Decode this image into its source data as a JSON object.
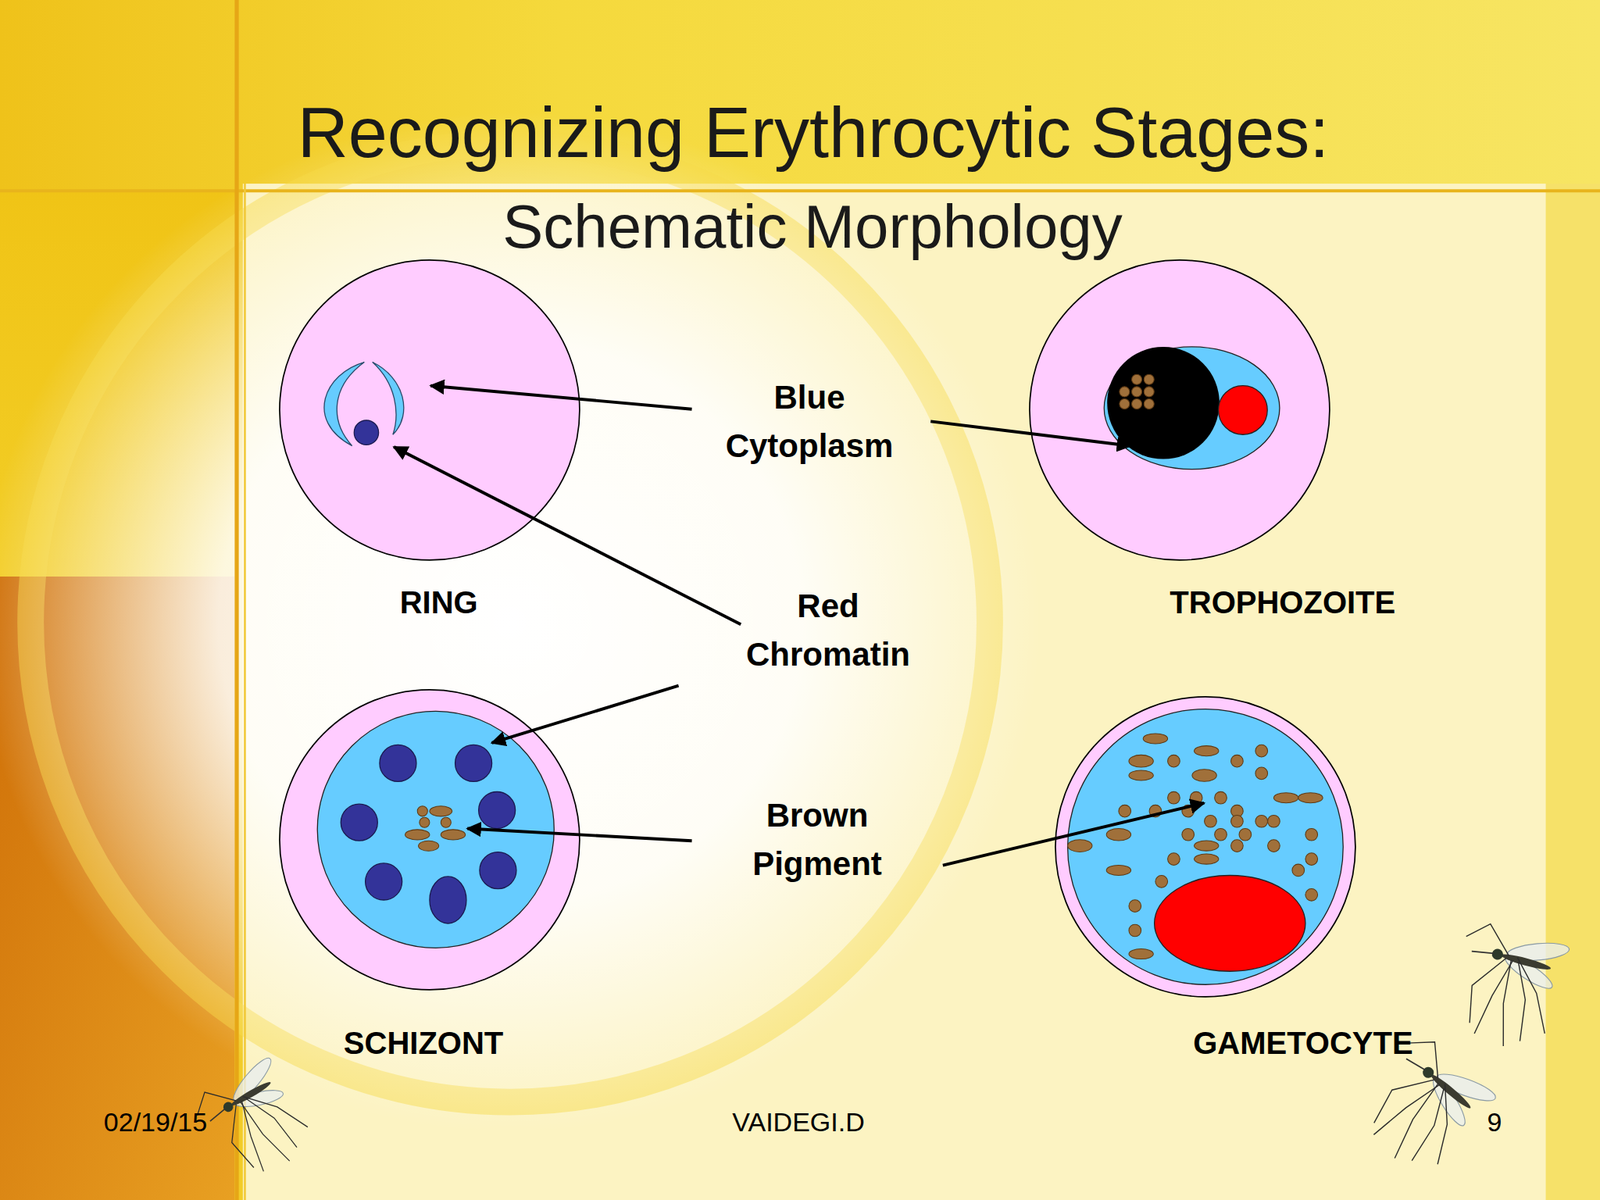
{
  "diagram": {
    "title": "Recognizing Erythrocytic Stages:",
    "nodes": [
      {
        "text": [
          "RING"
        ]
      },
      {
        "text": [
          "TROPHOZOITE"
        ]
      },
      {
        "text": [
          "SCHIZONT"
        ]
      },
      {
        "text": [
          "GAMETOCYTE"
        ]
      }
    ],
    "labels": [
      "Schematic Morphology",
      "Blue Cytoplasm",
      "Red Chromatin",
      "Brown Pigment",
      "02/19/15",
      "VAIDEGI.D",
      "9"
    ]
  }
}
